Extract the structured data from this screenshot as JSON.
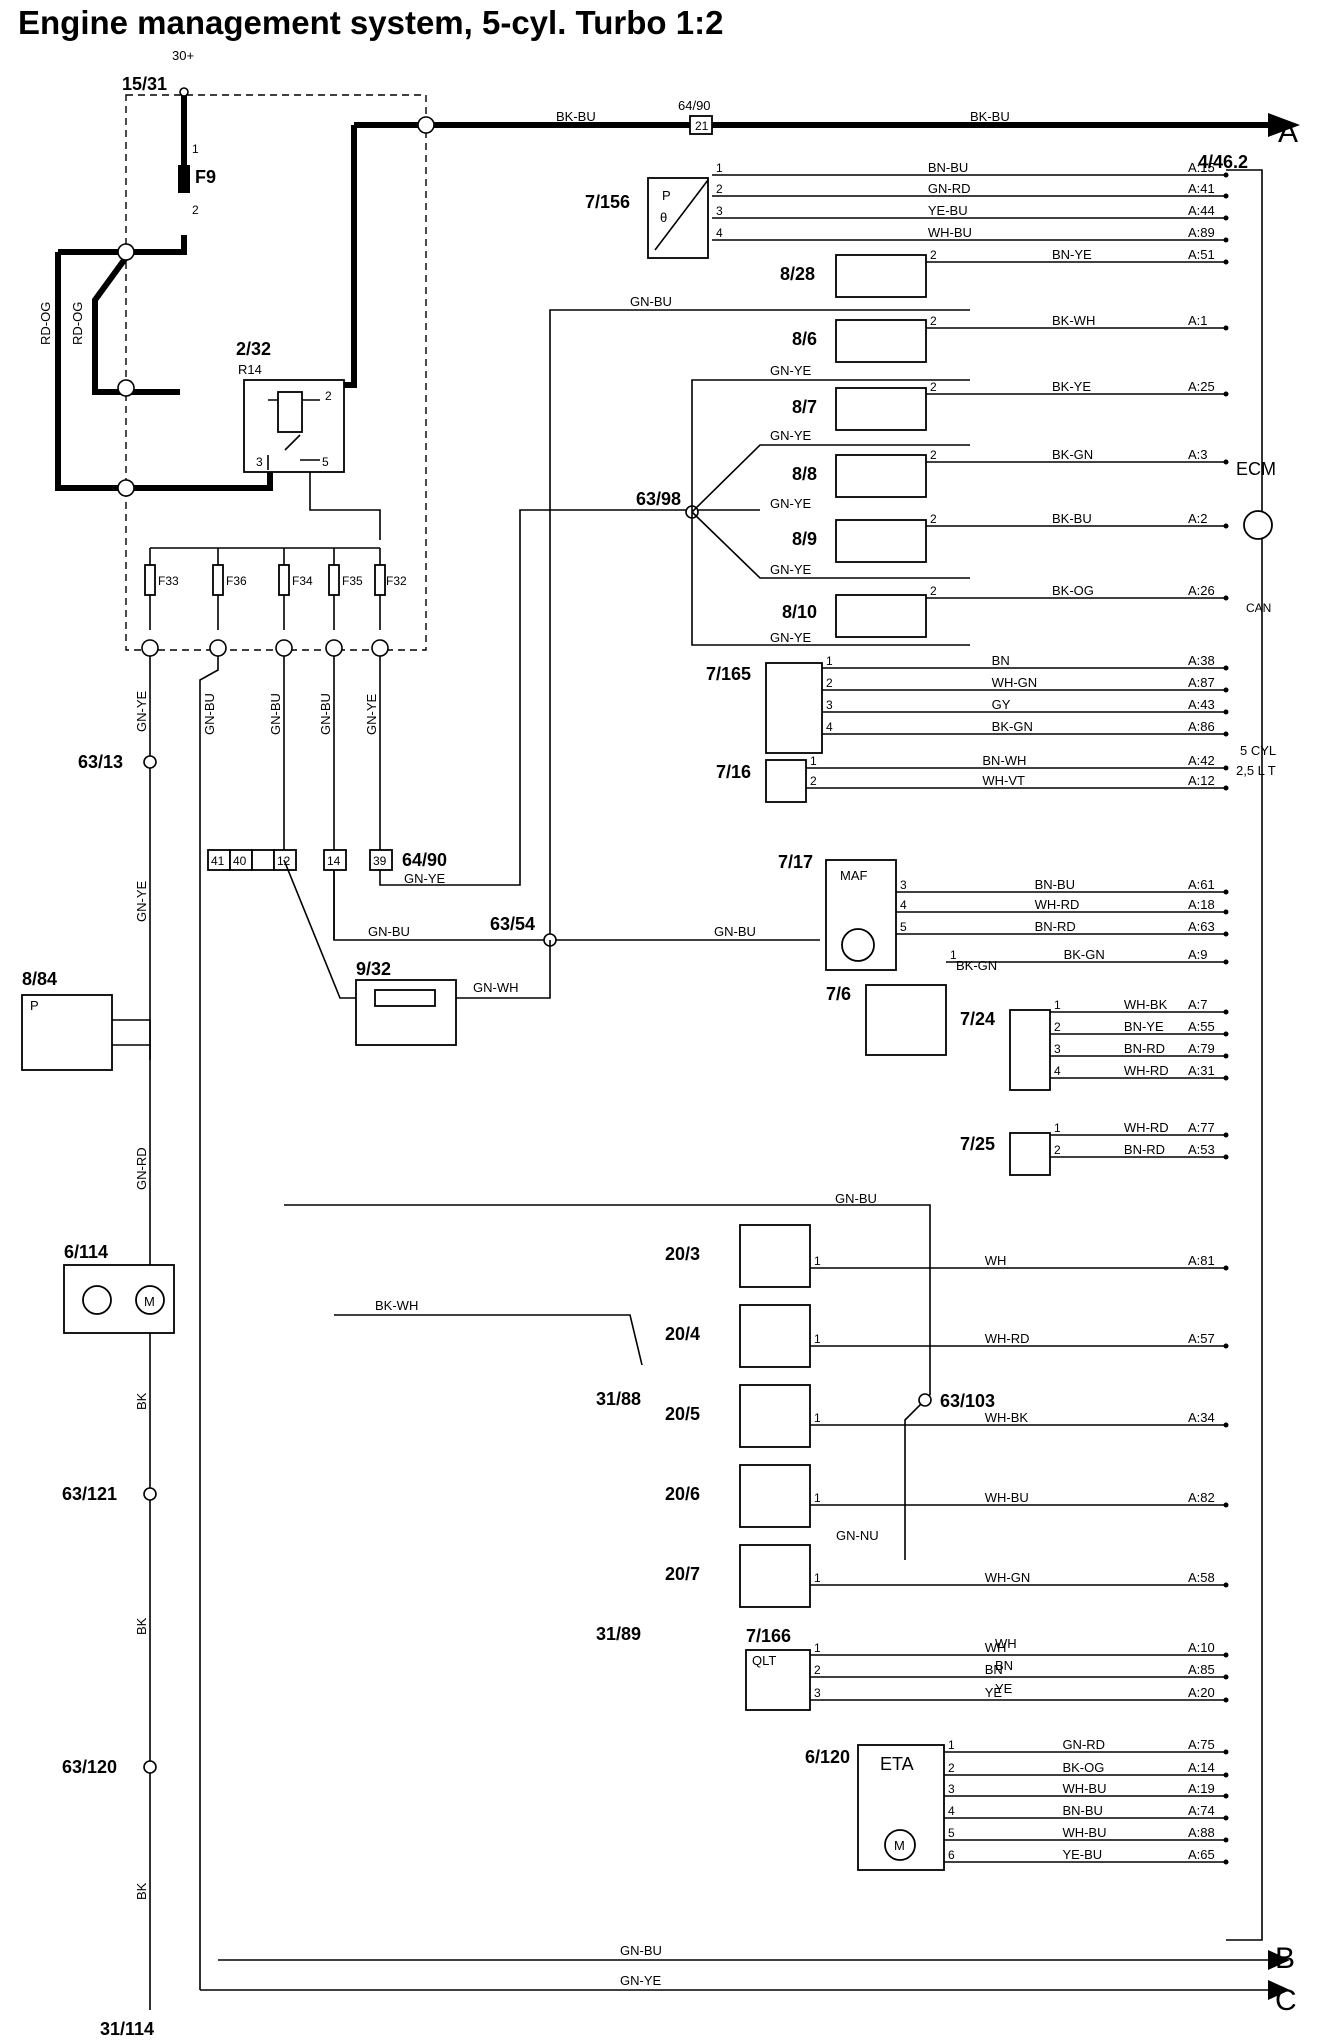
{
  "title": "Engine management system, 5-cyl. Turbo 1:2",
  "ecm": {
    "ref": "4/46.2",
    "labels": [
      "ECM",
      "5 CYL",
      "2,5 L T",
      "CAN"
    ],
    "pins": [
      {
        "wire": "BN-BU",
        "pin": "1",
        "apin": "A:15"
      },
      {
        "wire": "GN-RD",
        "pin": "2",
        "apin": "A:41"
      },
      {
        "wire": "YE-BU",
        "pin": "3",
        "apin": "A:44"
      },
      {
        "wire": "WH-BU",
        "pin": "4",
        "apin": "A:89"
      },
      {
        "wire": "BN-YE",
        "pin": "2",
        "apin": "A:51"
      },
      {
        "wire": "BK-WH",
        "pin": "2",
        "apin": "A:1"
      },
      {
        "wire": "BK-YE",
        "pin": "2",
        "apin": "A:25"
      },
      {
        "wire": "BK-GN",
        "pin": "2",
        "apin": "A:3"
      },
      {
        "wire": "BK-BU",
        "pin": "2",
        "apin": "A:2"
      },
      {
        "wire": "BK-OG",
        "pin": "2",
        "apin": "A:26"
      },
      {
        "wire": "BN",
        "pin": "1",
        "apin": "A:38"
      },
      {
        "wire": "WH-GN",
        "pin": "2",
        "apin": "A:87"
      },
      {
        "wire": "GY",
        "pin": "3",
        "apin": "A:43"
      },
      {
        "wire": "BK-GN",
        "pin": "4",
        "apin": "A:86"
      },
      {
        "wire": "BN-WH",
        "pin": "1",
        "apin": "A:42"
      },
      {
        "wire": "WH-VT",
        "pin": "2",
        "apin": "A:12"
      },
      {
        "wire": "BN-BU",
        "pin": "3",
        "apin": "A:61"
      },
      {
        "wire": "WH-RD",
        "pin": "4",
        "apin": "A:18"
      },
      {
        "wire": "BN-RD",
        "pin": "5",
        "apin": "A:63"
      },
      {
        "wire": "BK-GN",
        "pin": "1",
        "apin": "A:9"
      },
      {
        "wire": "WH-BK",
        "pin": "1",
        "apin": "A:7"
      },
      {
        "wire": "BN-YE",
        "pin": "2",
        "apin": "A:55"
      },
      {
        "wire": "BN-RD",
        "pin": "3",
        "apin": "A:79"
      },
      {
        "wire": "WH-RD",
        "pin": "4",
        "apin": "A:31"
      },
      {
        "wire": "WH-RD",
        "pin": "1",
        "apin": "A:77"
      },
      {
        "wire": "BN-RD",
        "pin": "2",
        "apin": "A:53"
      },
      {
        "wire": "WH",
        "pin": "1",
        "apin": "A:81"
      },
      {
        "wire": "WH-RD",
        "pin": "1",
        "apin": "A:57"
      },
      {
        "wire": "WH-BK",
        "pin": "1",
        "apin": "A:34"
      },
      {
        "wire": "WH-BU",
        "pin": "1",
        "apin": "A:82"
      },
      {
        "wire": "WH-GN",
        "pin": "1",
        "apin": "A:58"
      },
      {
        "wire": "WH",
        "pin": "1",
        "apin": "A:10"
      },
      {
        "wire": "BN",
        "pin": "2",
        "apin": "A:85"
      },
      {
        "wire": "YE",
        "pin": "3",
        "apin": "A:20"
      },
      {
        "wire": "GN-RD",
        "pin": "1",
        "apin": "A:75"
      },
      {
        "wire": "BK-OG",
        "pin": "2",
        "apin": "A:14"
      },
      {
        "wire": "WH-BU",
        "pin": "3",
        "apin": "A:19"
      },
      {
        "wire": "BN-BU",
        "pin": "4",
        "apin": "A:74"
      },
      {
        "wire": "WH-BU",
        "pin": "5",
        "apin": "A:88"
      },
      {
        "wire": "YE-BU",
        "pin": "6",
        "apin": "A:65"
      }
    ]
  },
  "components": {
    "c7_156": "7/156",
    "c8_28": "8/28",
    "c8_6": "8/6",
    "c8_7": "8/7",
    "c8_8": "8/8",
    "c8_9": "8/9",
    "c8_10": "8/10",
    "c7_165": "7/165",
    "c7_16": "7/16",
    "c7_17": "7/17",
    "maf": "MAF",
    "c7_6": "7/6",
    "c7_24": "7/24",
    "c7_25": "7/25",
    "c9_32": "9/32",
    "c2_32": "2/32",
    "r14": "R14",
    "c15_31": "15/31",
    "f9": "F9",
    "c8_84": "8/84",
    "c6_114": "6/114",
    "c20_3": "20/3",
    "c20_4": "20/4",
    "c20_5": "20/5",
    "c20_6": "20/6",
    "c20_7": "20/7",
    "c7_166": "7/166",
    "qlt": "QLT",
    "c6_120": "6/120",
    "eta": "ETA",
    "p": "P",
    "m": "M",
    "theta": "θ"
  },
  "fuses": [
    "F33",
    "F36",
    "F34",
    "F35",
    "F32"
  ],
  "connectors": {
    "c30": "30+",
    "c64_90": "64/90",
    "pin21": "21",
    "c64_90_pins": [
      "41",
      "40",
      "12",
      "14",
      "39"
    ],
    "splices": [
      "63/98",
      "63/54",
      "63/103",
      "63/13",
      "63/121",
      "63/120"
    ],
    "grounds": [
      "31/88",
      "31/89",
      "31/114"
    ]
  },
  "wires": {
    "bkbu": "BK-BU",
    "rdog": "RD-OG",
    "gnbu": "GN-BU",
    "gnye": "GN-YE",
    "gnwh": "GN-WH",
    "bkgn": "BK-GN",
    "gnrd": "GN-RD",
    "bk": "BK",
    "bkwh": "BK-WH",
    "gnnu": "GN-NU",
    "wh": "WH",
    "bn": "BN",
    "ye": "YE"
  },
  "arrows": [
    "A",
    "B",
    "C"
  ],
  "small_pins": [
    "1",
    "2",
    "3",
    "4",
    "5",
    "6"
  ]
}
